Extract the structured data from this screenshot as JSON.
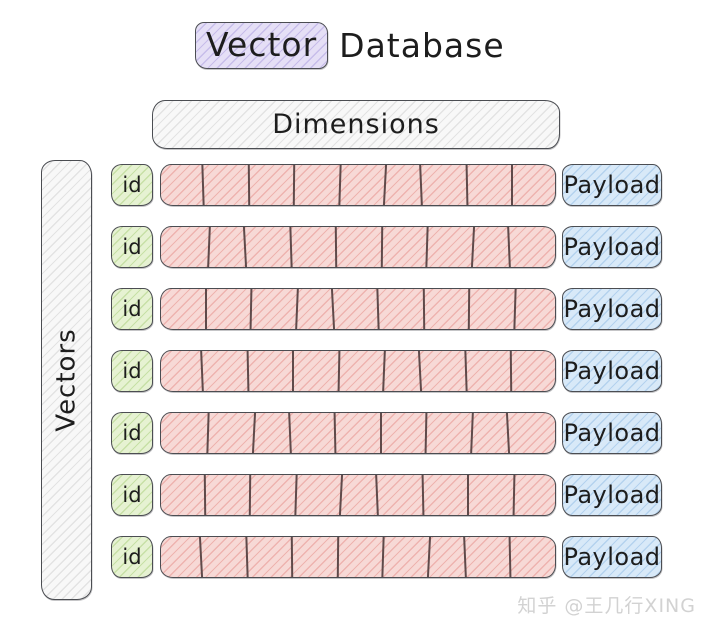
{
  "title": {
    "highlight": "Vector",
    "rest": "Database"
  },
  "dimensions_header": "Dimensions",
  "vectors_label": "Vectors",
  "rows": [
    {
      "id_label": "id",
      "payload_label": "Payload",
      "segments": 9
    },
    {
      "id_label": "id",
      "payload_label": "Payload",
      "segments": 9
    },
    {
      "id_label": "id",
      "payload_label": "Payload",
      "segments": 9
    },
    {
      "id_label": "id",
      "payload_label": "Payload",
      "segments": 9
    },
    {
      "id_label": "id",
      "payload_label": "Payload",
      "segments": 9
    },
    {
      "id_label": "id",
      "payload_label": "Payload",
      "segments": 9
    },
    {
      "id_label": "id",
      "payload_label": "Payload",
      "segments": 9
    }
  ],
  "watermark": "知乎 @王几行XING",
  "colors": {
    "stroke": "#4b4d52",
    "divider": "#5f4a4a",
    "purple_fill": "#e5dff6",
    "purple_hatch": "#c7bdea",
    "gray_fill": "#f8f8f8",
    "gray_hatch": "#e3e3e3",
    "green_fill": "#e6f2d2",
    "green_hatch": "#c7e0a6",
    "pink_fill": "#f7d9d6",
    "pink_hatch": "#eeb3af",
    "blue_fill": "#d8e9f8",
    "blue_hatch": "#b4d2ee",
    "watermark": "#d2d2d2"
  }
}
